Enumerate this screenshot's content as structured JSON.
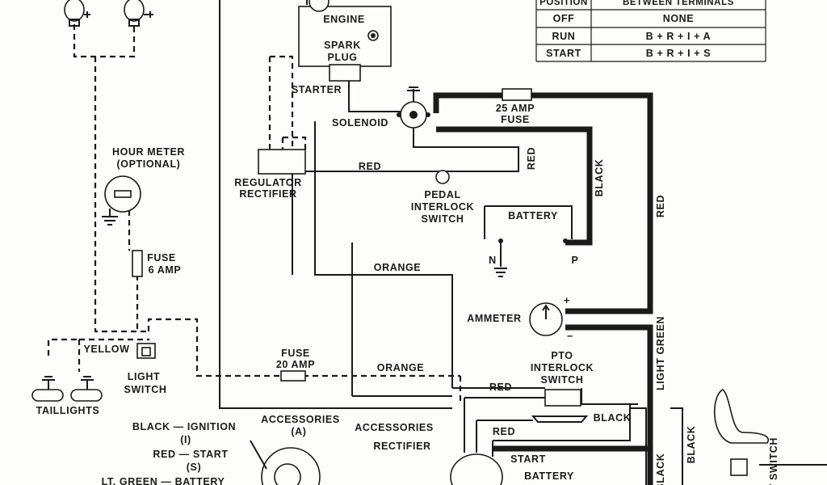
{
  "table": {
    "header_left": "POSITION",
    "header_right": "BETWEEN TERMINALS",
    "rows": [
      {
        "position": "OFF",
        "terminals": "NONE"
      },
      {
        "position": "RUN",
        "terminals": "B + R + I + A"
      },
      {
        "position": "START",
        "terminals": "B + R + I + S"
      }
    ]
  },
  "labels": {
    "engine": "ENGINE",
    "spark_plug_1": "SPARK",
    "spark_plug_2": "PLUG",
    "starter": "STARTER",
    "solenoid": "SOLENOID",
    "fuse25_1": "25 AMP",
    "fuse25_2": "FUSE",
    "regulator_1": "REGULATOR",
    "regulator_2": "RECTIFIER",
    "hour_meter_1": "HOUR METER",
    "hour_meter_2": "(OPTIONAL)",
    "fuse6_1": "FUSE",
    "fuse6_2": "6 AMP",
    "red_1": "RED",
    "red_vertical": "RED",
    "pedal_1": "PEDAL",
    "pedal_2": "INTERLOCK",
    "pedal_3": "SWITCH",
    "black_vertical": "BLACK",
    "red_right": "RED",
    "battery": "BATTERY",
    "n": "N",
    "p": "P",
    "orange_1": "ORANGE",
    "ammeter": "AMMETER",
    "plus": "+",
    "minus": "−",
    "yellow": "YELLOW",
    "light_switch_1": "LIGHT",
    "light_switch_2": "SWITCH",
    "taillights": "TAILLIGHTS",
    "fuse20_1": "FUSE",
    "fuse20_2": "20 AMP",
    "orange_2": "ORANGE",
    "pto_1": "PTO",
    "pto_2": "INTERLOCK",
    "pto_3": "SWITCH",
    "red_pto": "RED",
    "light_green": "LIGHT GREEN",
    "black_pto": "BLACK",
    "red_low": "RED",
    "black_ign": "BLACK  —  IGNITION",
    "ign_i": "(I)",
    "red_start": "RED  —  START",
    "start_s": "(S)",
    "ltgreen_batt": "LT. GREEN  —  BATTERY",
    "acc_1": "ACCESSORIES",
    "acc_2": "(A)",
    "acc_rect_1": "ACCESSORIES",
    "acc_rect_2": "RECTIFIER",
    "start": "START",
    "battery_low": "BATTERY",
    "black_lower": "BLACK",
    "black_lower2": "BLACK",
    "seat_switch": "AT SWITCH"
  }
}
